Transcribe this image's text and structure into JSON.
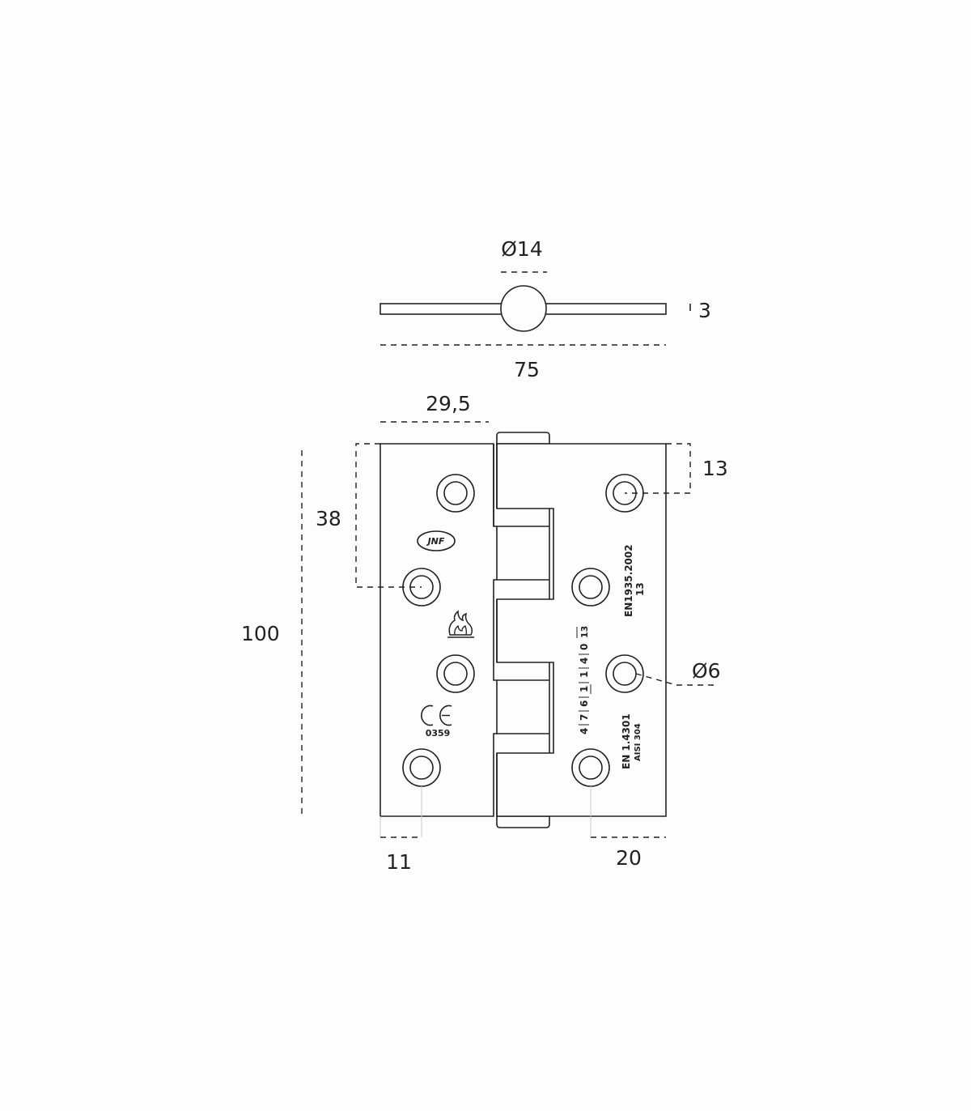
{
  "dimensions": {
    "pin_diameter": "Ø14",
    "thickness": "3",
    "overall_width": "75",
    "leaf_width": "29,5",
    "top_hole_offset": "13",
    "hole_spacing": "38",
    "height": "100",
    "hole_diameter": "Ø6",
    "bottom_left_offset": "11",
    "bottom_right_offset": "20"
  },
  "markings": {
    "logo": "JNF",
    "ce_mark": "CE",
    "notified_body": "0359",
    "standard": "EN1935.2002",
    "standard_grade": "13",
    "classification": [
      "4",
      "7",
      "6",
      "1",
      "1",
      "4",
      "0",
      "13"
    ],
    "material_en": "EN 1.4301",
    "material_aisi": "AISI 304"
  }
}
